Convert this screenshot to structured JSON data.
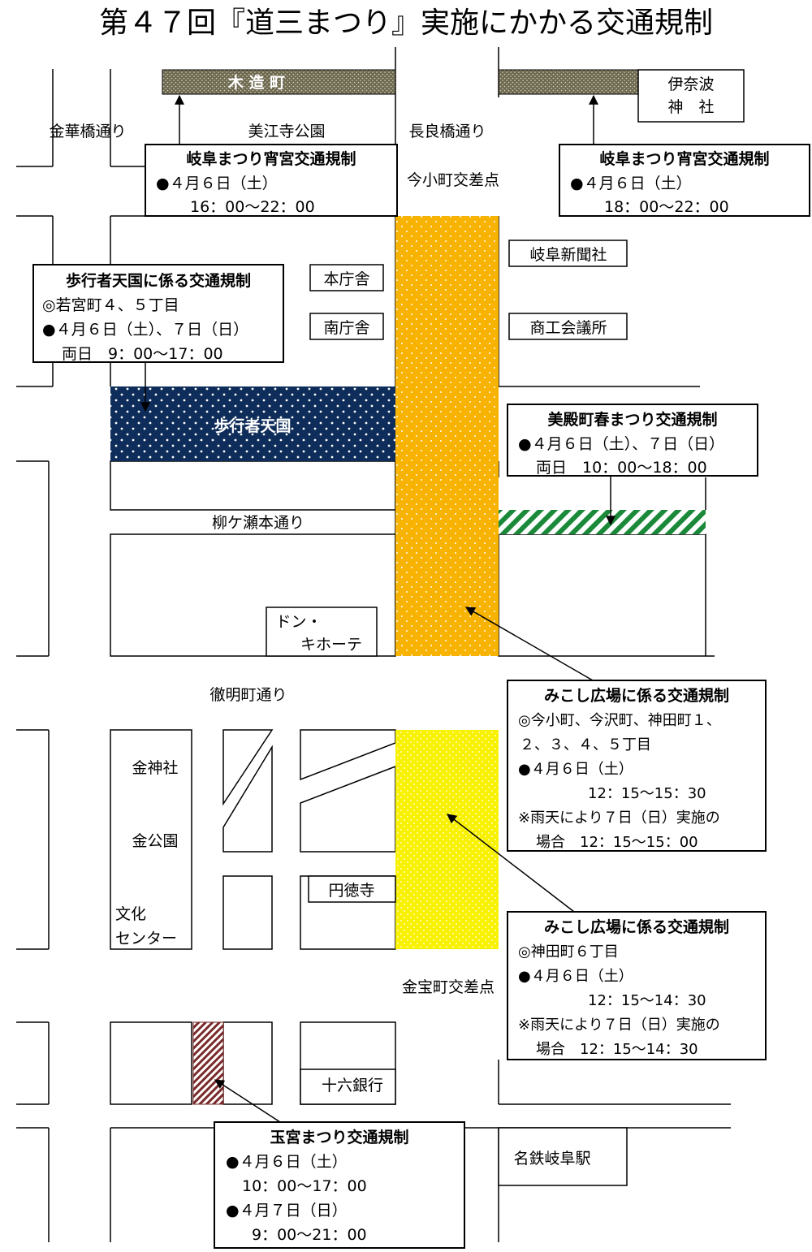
{
  "title": "第４７回『道三まつり』実施にかかる交通規制",
  "area_labels": {
    "kizumachi": "木 造 町",
    "inaba_jinja_line1": "伊奈波",
    "inaba_jinja_line2": "神　社",
    "kinkabashi_dori": "金華橋通り",
    "mieji_koen": "美江寺公園",
    "nagarabashi_dori": "長良橋通り",
    "imakomachi_intersection": "今小町交差点",
    "honchosha": "本庁舎",
    "minamichosha": "南庁舎",
    "gifu_shinbunsha": "岐阜新聞社",
    "shoko_kaigisho": "商工会議所",
    "hokosha_tengoku": "歩行者天国",
    "yanagase_hondori": "柳ケ瀬本通り",
    "donki_line1": "ドン・",
    "donki_line2": "キホーテ",
    "tetsumeicho_dori": "徹明町通り",
    "kogane_jinja": "金神社",
    "kin_koen": "金公園",
    "bunka_center_line1": "文化",
    "bunka_center_line2": "センター",
    "entokuji": "円徳寺",
    "kanahoucho_intersection": "金宝町交差点",
    "juroku_ginko": "十六銀行",
    "meitetsu_gifu_eki": "名鉄岐阜駅"
  },
  "regulations": {
    "omiya_left": {
      "title": "岐阜まつり宵宮交通規制",
      "line1": "●４月６日（土）",
      "line2": "16：00～22：00"
    },
    "omiya_right": {
      "title": "岐阜まつり宵宮交通規制",
      "line1": "●４月６日（土）",
      "line2": "18：00～22：00"
    },
    "pedestrian": {
      "title": "歩行者天国に係る交通規制",
      "line1": "◎若宮町４、５丁目",
      "line2": "●４月６日（土）、７日（日）",
      "line3": "両日　9：00～17：00"
    },
    "mitonocho": {
      "title": "美殿町春まつり交通規制",
      "line1": "●４月６日（土）、７日（日）",
      "line2": "両日　10：00～18：00"
    },
    "mikoshi_north": {
      "title": "みこし広場に係る交通規制",
      "line1": "◎今小町、今沢町、神田町１、",
      "line2": "２、３、４、５丁目",
      "line3": "●４月６日（土）",
      "line4": "12：15～15：30",
      "line5": "※雨天により７日（日）実施の",
      "line6": "場合　12：15～15：00"
    },
    "mikoshi_south": {
      "title": "みこし広場に係る交通規制",
      "line1": "◎神田町６丁目",
      "line2": "●４月６日（土）",
      "line3": "12：15～14：30",
      "line4": "※雨天により７日（日）実施の",
      "line5": "場合　12：15～14：30"
    },
    "tamamiya": {
      "title": "玉宮まつり交通規制",
      "line1": "●４月６日（土）",
      "line2": "10：00～17：00",
      "line3": "●４月７日（日）",
      "line4": "9：00～21：00"
    }
  },
  "colors": {
    "pedestrian_zone": "#0f2d5a",
    "mikoshi_north_zone": "#f8b200",
    "mikoshi_south_zone": "#f8f200",
    "mitonocho_zone": "#1a8a3a",
    "tamamiya_zone": "#7a2a2a",
    "kizumachi_zone": "#6e6a52"
  }
}
